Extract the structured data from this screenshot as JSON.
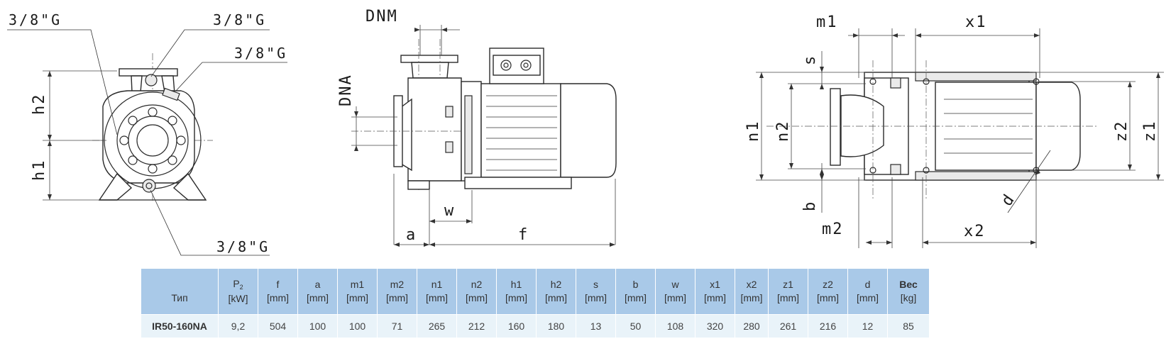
{
  "drawing": {
    "labels": {
      "port1": "3/8\"G",
      "port2": "3/8\"G",
      "port3": "3/8\"G",
      "port4": "3/8\"G",
      "h1": "h1",
      "h2": "h2",
      "dnm": "DNM",
      "dna": "DNA",
      "a": "a",
      "f": "f",
      "w": "w",
      "m1": "m1",
      "m2": "m2",
      "x1": "x1",
      "x2": "x2",
      "s": "s",
      "b": "b",
      "n1": "n1",
      "n2": "n2",
      "z1": "z1",
      "z2": "z2",
      "d": "d"
    }
  },
  "table": {
    "headers": [
      {
        "main": "Тип",
        "unit": ""
      },
      {
        "main": "P2",
        "unit": "[kW]"
      },
      {
        "main": "f",
        "unit": "[mm]"
      },
      {
        "main": "a",
        "unit": "[mm]"
      },
      {
        "main": "m1",
        "unit": "[mm]"
      },
      {
        "main": "m2",
        "unit": "[mm]"
      },
      {
        "main": "n1",
        "unit": "[mm]"
      },
      {
        "main": "n2",
        "unit": "[mm]"
      },
      {
        "main": "h1",
        "unit": "[mm]"
      },
      {
        "main": "h2",
        "unit": "[mm]"
      },
      {
        "main": "s",
        "unit": "[mm]"
      },
      {
        "main": "b",
        "unit": "[mm]"
      },
      {
        "main": "w",
        "unit": "[mm]"
      },
      {
        "main": "x1",
        "unit": "[mm]"
      },
      {
        "main": "x2",
        "unit": "[mm]"
      },
      {
        "main": "z1",
        "unit": "[mm]"
      },
      {
        "main": "z2",
        "unit": "[mm]"
      },
      {
        "main": "d",
        "unit": "[mm]"
      },
      {
        "main": "Вес",
        "unit": "[kg]"
      }
    ],
    "rows": [
      [
        "IR50-160NA",
        "9,2",
        "504",
        "100",
        "100",
        "71",
        "265",
        "212",
        "160",
        "180",
        "13",
        "50",
        "108",
        "320",
        "280",
        "261",
        "216",
        "12",
        "85"
      ]
    ]
  }
}
